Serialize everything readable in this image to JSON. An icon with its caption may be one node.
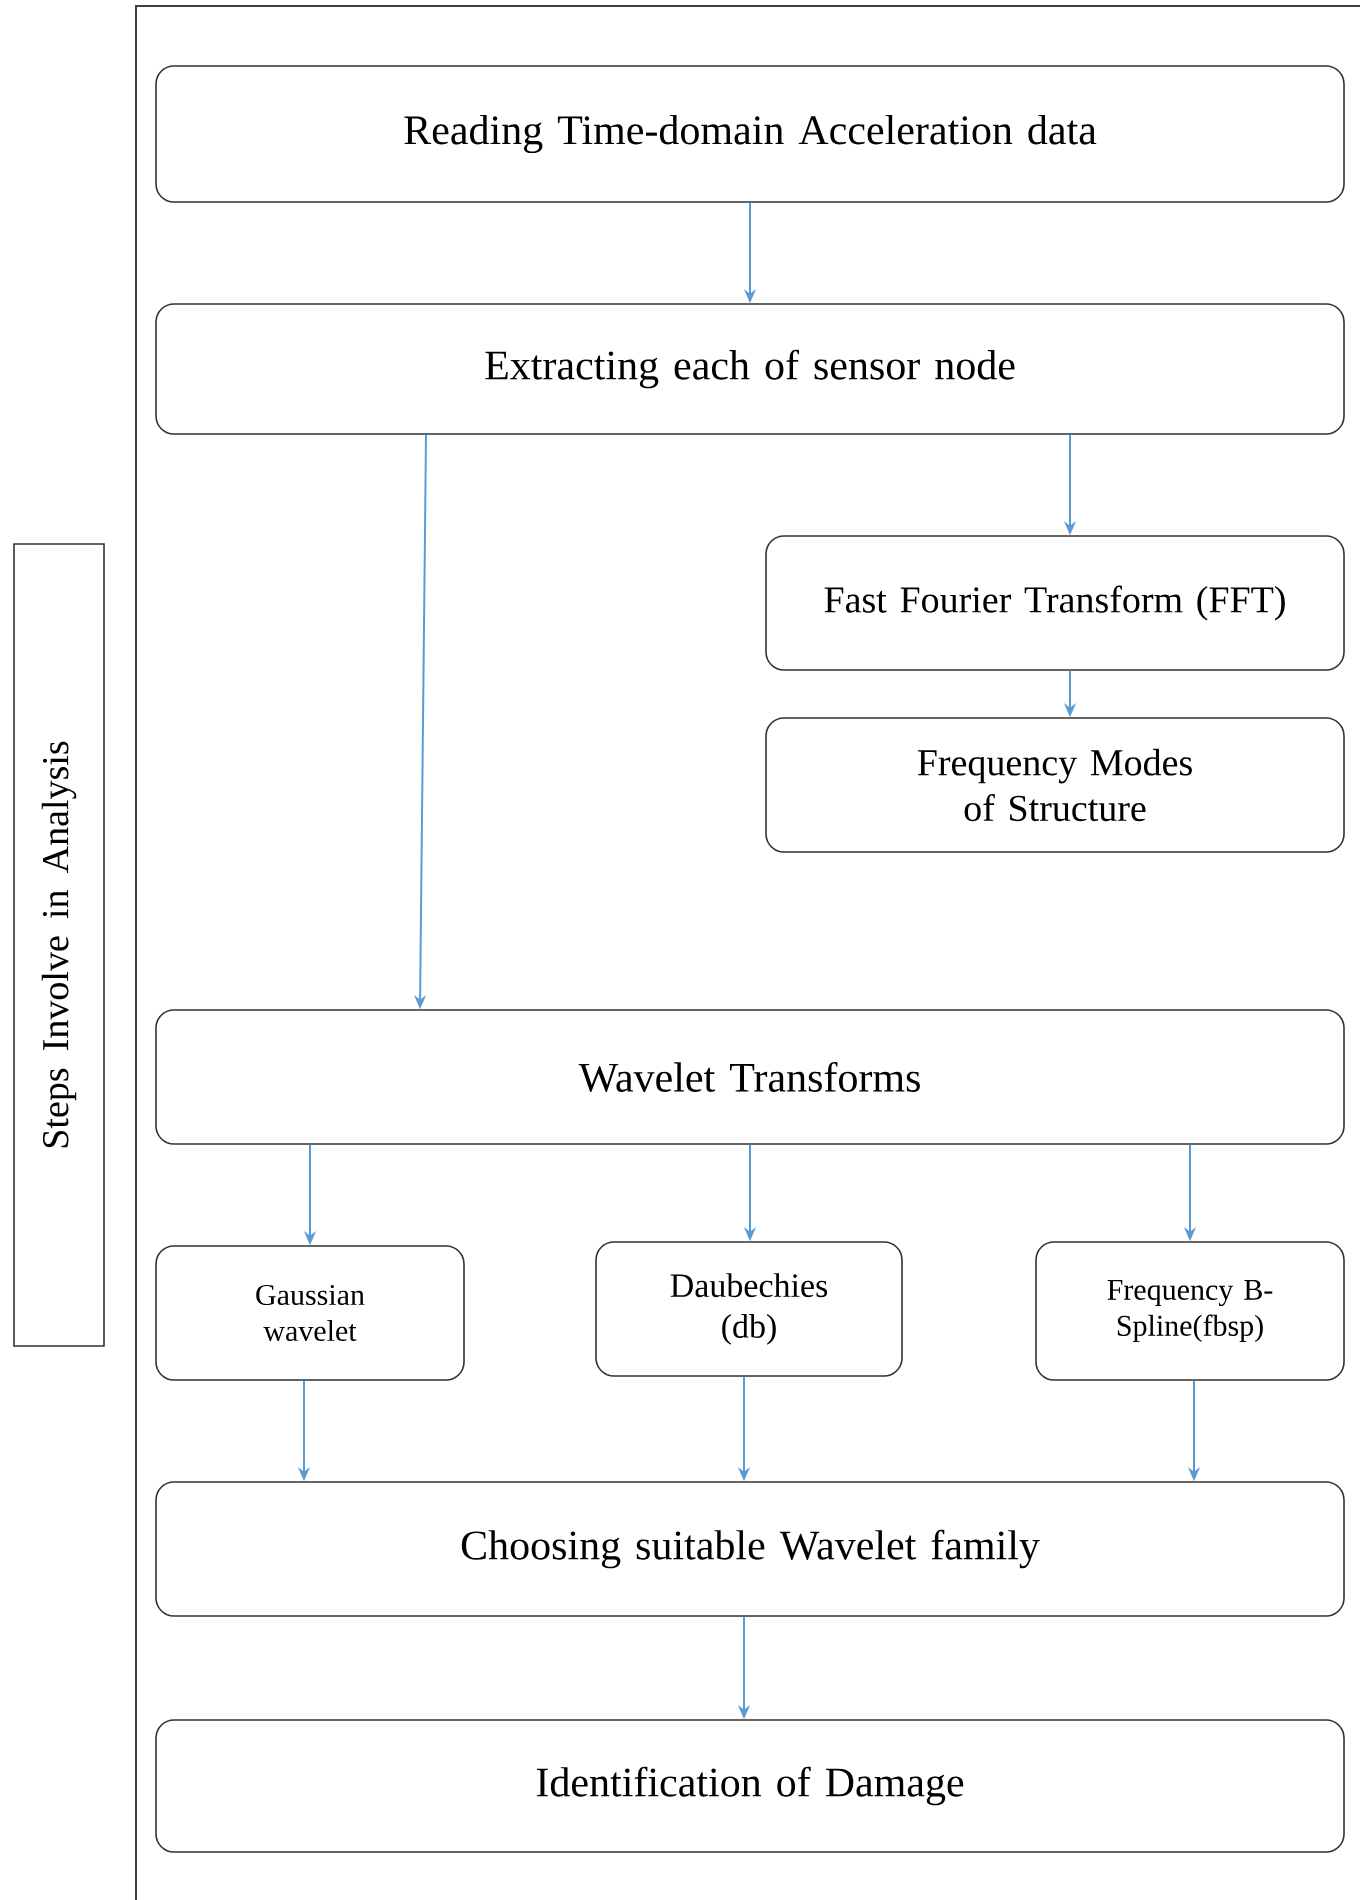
{
  "diagram": {
    "nodes": [
      {
        "text": [
          "Reading Time-domain Acceleration data"
        ]
      },
      {
        "text": [
          "Extracting each of sensor node"
        ]
      },
      {
        "text": [
          "Fast Fourier Transform (FFT)"
        ]
      },
      {
        "text": [
          "Frequency Modes of Structure"
        ]
      },
      {
        "text": [
          "Wavelet Transforms"
        ]
      },
      {
        "text": [
          "Gaussian wavelet"
        ]
      },
      {
        "text": [
          "Daubechies (db)"
        ]
      },
      {
        "text": [
          "Frequency B- Spline(fbsp)"
        ]
      },
      {
        "text": [
          "Choosing suitable Wavelet family"
        ]
      },
      {
        "text": [
          "Identification of Damage"
        ]
      },
      {
        "text": [
          "Steps Involve in Analysis"
        ]
      }
    ],
    "edges": [
      {
        "from": 0,
        "to": 1,
        "arrow": "to"
      },
      {
        "from": 1,
        "to": 2,
        "arrow": "to"
      },
      {
        "from": 2,
        "to": 3,
        "arrow": "to"
      },
      {
        "from": 1,
        "to": 4,
        "arrow": "to"
      },
      {
        "from": 4,
        "to": 5,
        "arrow": "to"
      },
      {
        "from": 4,
        "to": 6,
        "arrow": "to"
      },
      {
        "from": 4,
        "to": 7,
        "arrow": "to"
      },
      {
        "from": 5,
        "to": 8,
        "arrow": "to"
      },
      {
        "from": 6,
        "to": 8,
        "arrow": "to"
      },
      {
        "from": 7,
        "to": 8,
        "arrow": "to"
      },
      {
        "from": 8,
        "to": 9,
        "arrow": "to"
      }
    ]
  }
}
